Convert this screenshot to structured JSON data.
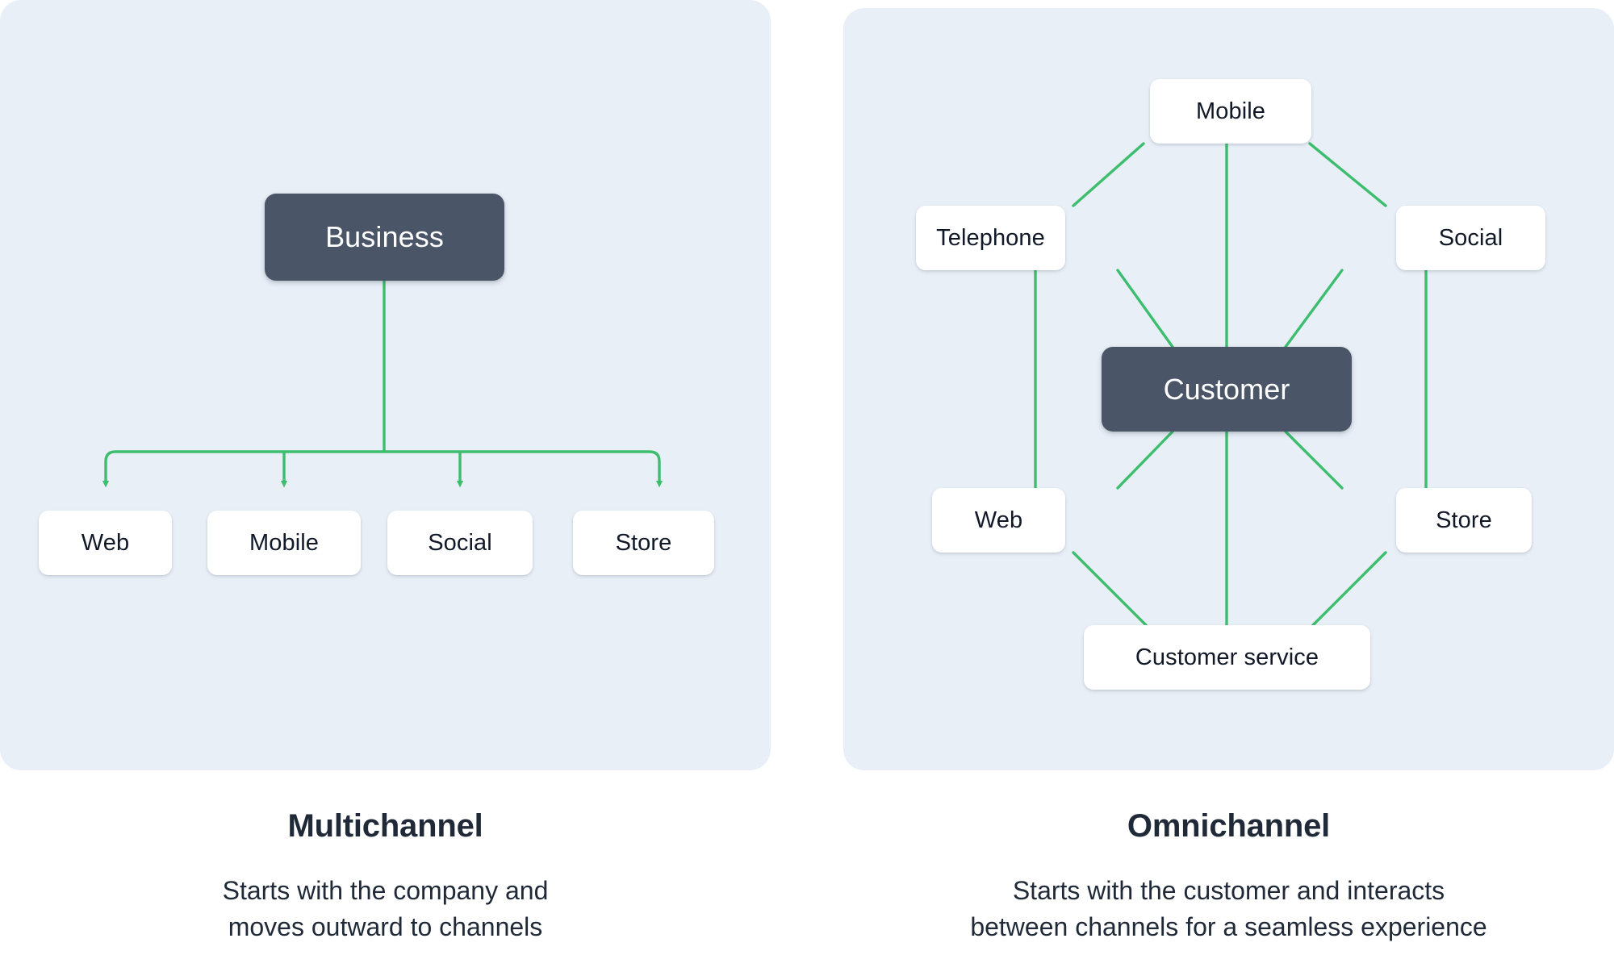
{
  "colors": {
    "panel_background": "#e9eff7",
    "page_background": "#ffffff",
    "connector_green": "#3dbd6e",
    "primary_node": "#4a5568",
    "node_background": "#ffffff",
    "text_dark": "#1f2937"
  },
  "left_panel": {
    "name": "multichannel-diagram",
    "root_node": {
      "label": "Business"
    },
    "channels": [
      {
        "label": "Web"
      },
      {
        "label": "Mobile"
      },
      {
        "label": "Social"
      },
      {
        "label": "Store"
      }
    ],
    "edges": [
      {
        "from": "Business",
        "to": "Web",
        "arrow": true
      },
      {
        "from": "Business",
        "to": "Mobile",
        "arrow": true
      },
      {
        "from": "Business",
        "to": "Social",
        "arrow": true
      },
      {
        "from": "Business",
        "to": "Store",
        "arrow": true
      }
    ]
  },
  "right_panel": {
    "name": "omnichannel-diagram",
    "center_node": {
      "label": "Customer"
    },
    "channels": [
      {
        "label": "Mobile"
      },
      {
        "label": "Telephone"
      },
      {
        "label": "Social"
      },
      {
        "label": "Web"
      },
      {
        "label": "Store"
      },
      {
        "label": "Customer service"
      }
    ],
    "edges": [
      {
        "from": "Telephone",
        "to": "Mobile"
      },
      {
        "from": "Mobile",
        "to": "Social"
      },
      {
        "from": "Telephone",
        "to": "Web"
      },
      {
        "from": "Social",
        "to": "Store"
      },
      {
        "from": "Web",
        "to": "Customer service"
      },
      {
        "from": "Store",
        "to": "Customer service"
      },
      {
        "from": "Mobile",
        "to": "Customer"
      },
      {
        "from": "Telephone",
        "to": "Customer"
      },
      {
        "from": "Social",
        "to": "Customer"
      },
      {
        "from": "Web",
        "to": "Customer"
      },
      {
        "from": "Store",
        "to": "Customer"
      },
      {
        "from": "Customer service",
        "to": "Customer"
      }
    ]
  },
  "captions": {
    "left": {
      "title": "Multichannel",
      "line1": "Starts with the company and",
      "line2": "moves outward to channels"
    },
    "right": {
      "title": "Omnichannel",
      "line1": "Starts with the customer and interacts",
      "line2": "between channels for a seamless experience"
    }
  }
}
